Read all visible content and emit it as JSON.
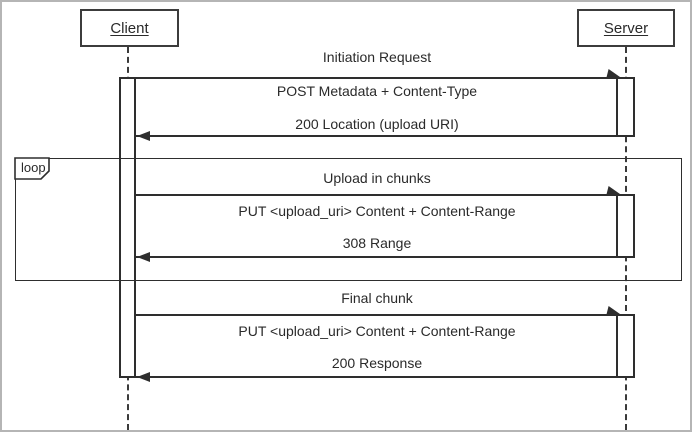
{
  "diagram": {
    "type": "sequence-diagram",
    "actors": {
      "client": "Client",
      "server": "Server"
    },
    "loop_label": "loop",
    "sections": [
      {
        "title": "Initiation Request",
        "in_loop": false,
        "request": {
          "text": "POST Metadata + Content-Type",
          "from": "Client",
          "to": "Server"
        },
        "response": {
          "text": "200 Location (upload URI)",
          "from": "Server",
          "to": "Client"
        }
      },
      {
        "title": "Upload in chunks",
        "in_loop": true,
        "request": {
          "text": "PUT <upload_uri> Content + Content-Range",
          "from": "Client",
          "to": "Server"
        },
        "response": {
          "text": "308 Range",
          "from": "Server",
          "to": "Client"
        }
      },
      {
        "title": "Final chunk",
        "in_loop": false,
        "request": {
          "text": "PUT <upload_uri> Content + Content-Range",
          "from": "Client",
          "to": "Server"
        },
        "response": {
          "text": "200 Response",
          "from": "Server",
          "to": "Client"
        }
      }
    ],
    "colors": {
      "line": "#2e2e2e",
      "text": "#2a2a2a",
      "frame_border": "#b5b5b5",
      "background": "#ffffff"
    }
  }
}
